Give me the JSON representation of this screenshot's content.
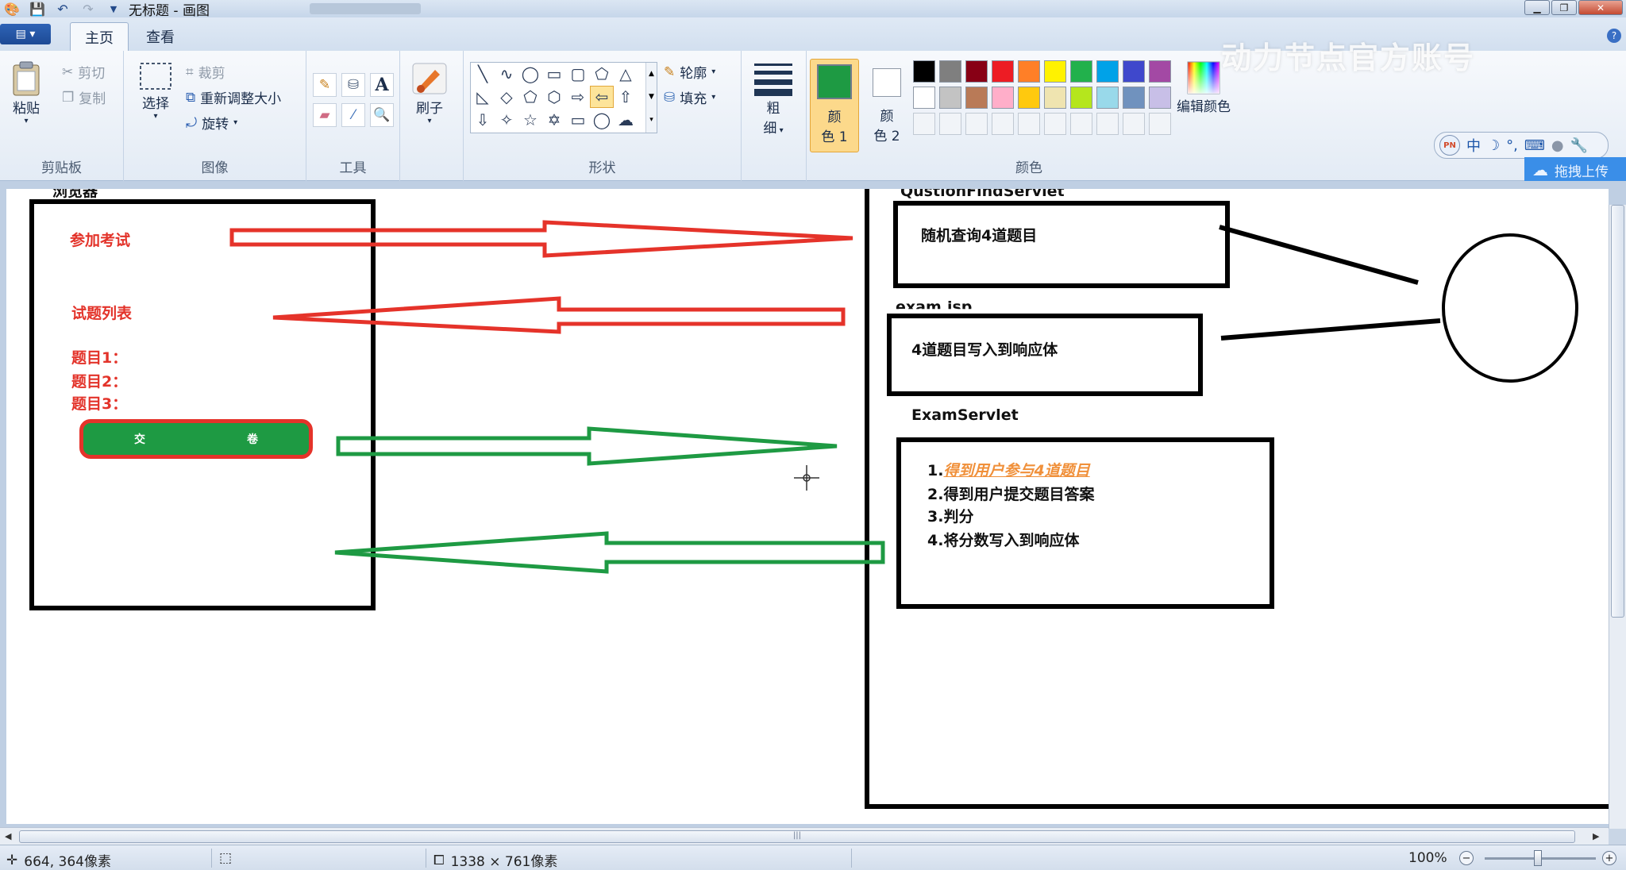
{
  "window": {
    "title": "无标题 - 画图",
    "controls": [
      "minimize",
      "maximize",
      "close"
    ]
  },
  "tabs": {
    "home": "主页",
    "view": "查看"
  },
  "ribbon": {
    "clipboard": {
      "label": "剪贴板",
      "paste": "粘贴",
      "cut": "剪切",
      "copy": "复制"
    },
    "image": {
      "label": "图像",
      "select": "选择",
      "crop": "裁剪",
      "resize": "重新调整大小",
      "rotate": "旋转"
    },
    "tools": {
      "label": "工具"
    },
    "brushes": {
      "label": "刷子"
    },
    "shapes": {
      "label": "形状",
      "outline": "轮廓",
      "fill": "填充"
    },
    "size": {
      "label_line1": "粗",
      "label_line2": "细"
    },
    "colors": {
      "label": "颜色",
      "color1_line1": "颜",
      "color1_line2": "色 1",
      "color2_line1": "颜",
      "color2_line2": "色 2",
      "edit_colors": "编辑颜色",
      "color1_value": "#1e9a43",
      "color2_value": "#ffffff",
      "palette_row1": [
        "#000000",
        "#7f7f7f",
        "#880015",
        "#ed1c24",
        "#ff7f27",
        "#fff200",
        "#22b14c",
        "#00a2e8",
        "#3f48cc",
        "#a349a4"
      ],
      "palette_row2": [
        "#ffffff",
        "#c3c3c3",
        "#b97a57",
        "#ffaec9",
        "#ffc90e",
        "#efe4b0",
        "#b5e61d",
        "#99d9ea",
        "#7092be",
        "#c8bfe7"
      ]
    }
  },
  "overlay": {
    "watermark": "动力节点官方账号",
    "ime_lang": "中",
    "upload_text": "拖拽上传"
  },
  "drawing": {
    "browser_label": "浏览器",
    "join_exam": "参加考试",
    "question_list": "试题列表",
    "q1": "题目1：",
    "q2": "题目2：",
    "q3": "题目3：",
    "submit_left": "交",
    "submit_right": "卷",
    "servlet1_title": "QustionFindServlet",
    "servlet1_body": "随机查询4道题目",
    "jsp_title": "exam.jsp",
    "jsp_body": "4道题目写入到响应体",
    "servlet2_title": "ExamServlet",
    "step1": "1.",
    "step1_link": "得到用户参与4道题目",
    "step2": "2.得到用户提交题目答案",
    "step3": "3.判分",
    "step4": "4.将分数写入到响应体"
  },
  "statusbar": {
    "cursor_pos": "664, 364像素",
    "canvas_size": "1338 × 761像素",
    "zoom": "100%",
    "zoom_level": 100
  }
}
